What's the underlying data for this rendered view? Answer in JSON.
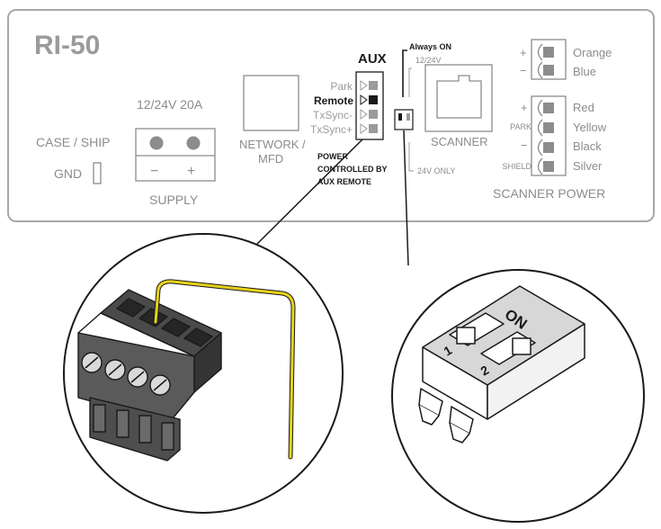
{
  "panel": {
    "model": "RI-50",
    "case_ship_label": "CASE / SHIP",
    "gnd_label": "GND"
  },
  "supply": {
    "rating": "12/24V 20A",
    "minus": "−",
    "plus": "+",
    "label": "SUPPLY"
  },
  "network": {
    "line1": "NETWORK /",
    "line2": "MFD"
  },
  "aux": {
    "title": "AUX",
    "pins": [
      "Park",
      "Remote",
      "TxSync-",
      "TxSync+"
    ],
    "note": [
      "POWER",
      "CONTROLLED BY",
      "AUX REMOTE"
    ]
  },
  "dip": {
    "always_on": "Always ON",
    "v1224": "12/24V",
    "v24_only": "24V ONLY"
  },
  "scanner": {
    "label": "SCANNER"
  },
  "top_connector": {
    "plus": "+",
    "minus": "−",
    "wires": [
      "Orange",
      "Blue"
    ]
  },
  "scanner_power": {
    "label": "SCANNER POWER",
    "symbols": [
      "+",
      "PARK",
      "−",
      "SHIELD"
    ],
    "wires": [
      "Red",
      "Yellow",
      "Black",
      "Silver"
    ]
  },
  "dip_detail": {
    "on_label": "ON",
    "switch_1": "1",
    "switch_2": "2"
  },
  "colors": {
    "panel_text": "#8c8c8c",
    "panel_border": "#a8a8a8",
    "jumper_wire": "#e6d21a",
    "line": "#1a1a1a"
  }
}
